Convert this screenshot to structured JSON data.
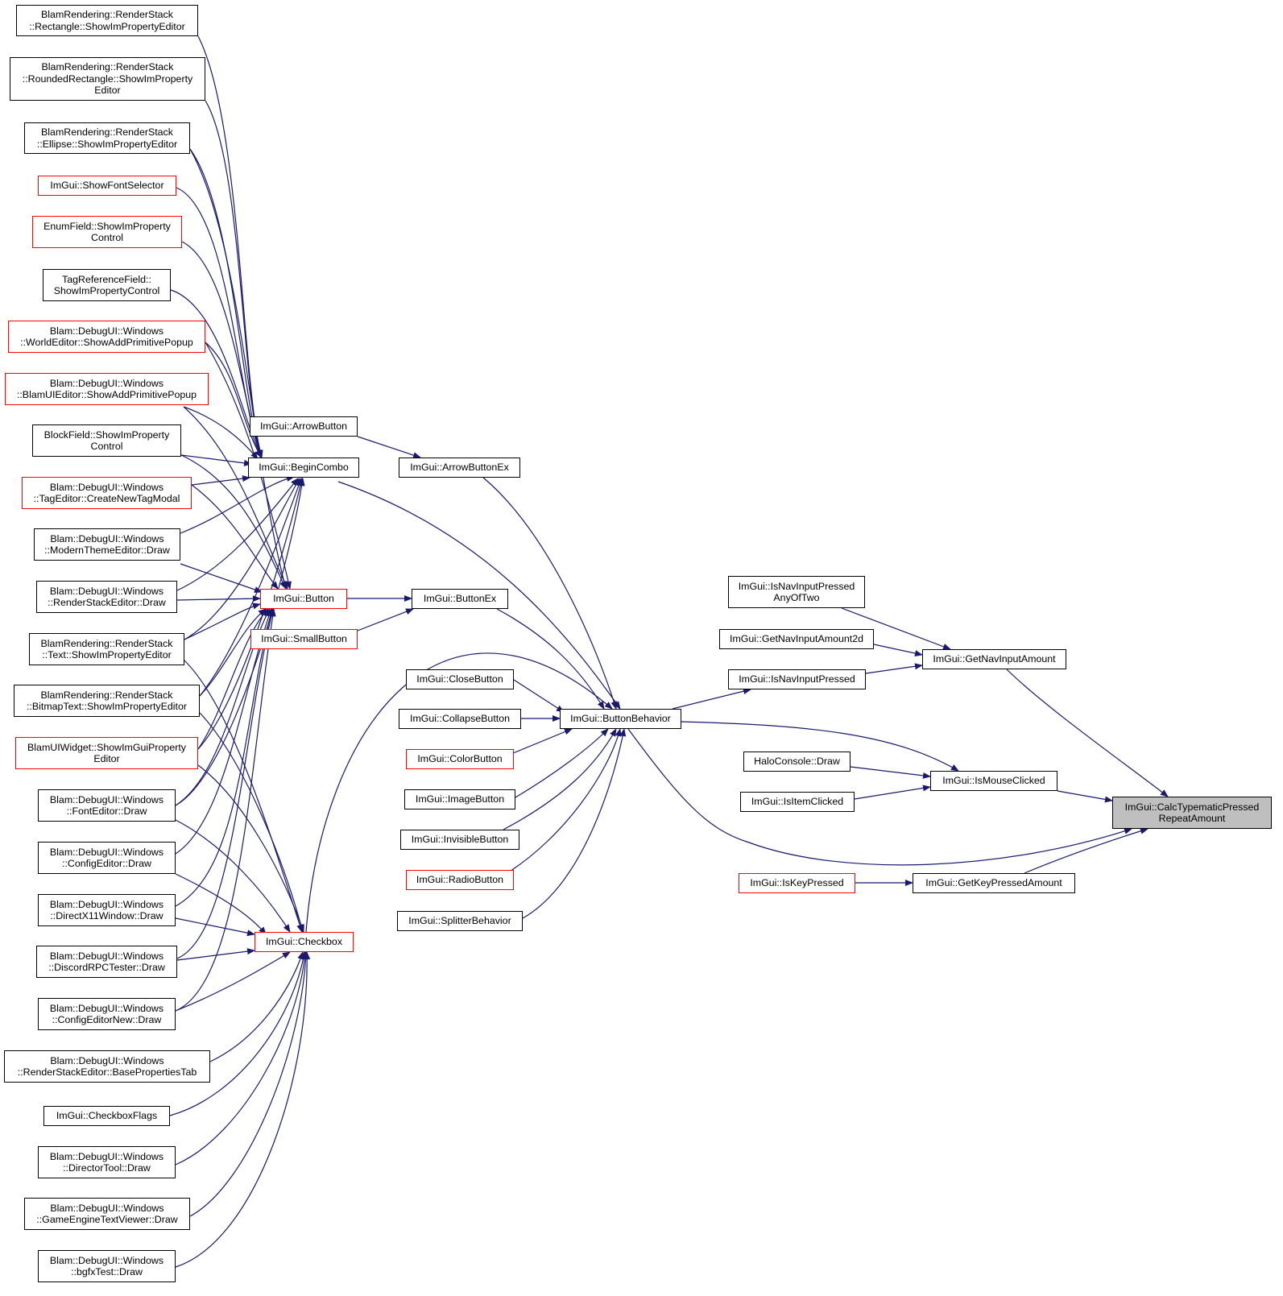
{
  "colors": {
    "edge": "#191970",
    "node_border": "#000000",
    "node_border_truncated": "#ff0000",
    "focus_fill": "#bfbfbf"
  },
  "nodes": {
    "rect": "BlamRendering::RenderStack\n::Rectangle::ShowImPropertyEditor",
    "rrect": "BlamRendering::RenderStack\n::RoundedRectangle::ShowImProperty\nEditor",
    "ellipse": "BlamRendering::RenderStack\n::Ellipse::ShowImPropertyEditor",
    "fontsel": "ImGui::ShowFontSelector",
    "enumf": "EnumField::ShowImProperty\nControl",
    "tagref": "TagReferenceField::\nShowImPropertyControl",
    "worldadd": "Blam::DebugUI::Windows\n::WorldEditor::ShowAddPrimitivePopup",
    "blamuiadd": "Blam::DebugUI::Windows\n::BlamUIEditor::ShowAddPrimitivePopup",
    "blockf": "BlockField::ShowImProperty\nControl",
    "tagmodal": "Blam::DebugUI::Windows\n::TagEditor::CreateNewTagModal",
    "modtheme": "Blam::DebugUI::Windows\n::ModernThemeEditor::Draw",
    "rsed": "Blam::DebugUI::Windows\n::RenderStackEditor::Draw",
    "text": "BlamRendering::RenderStack\n::Text::ShowImPropertyEditor",
    "bitmap": "BlamRendering::RenderStack\n::BitmapText::ShowImPropertyEditor",
    "uiwidget": "BlamUIWidget::ShowImGuiProperty\nEditor",
    "fonted": "Blam::DebugUI::Windows\n::FontEditor::Draw",
    "cfged": "Blam::DebugUI::Windows\n::ConfigEditor::Draw",
    "dx11": "Blam::DebugUI::Windows\n::DirectX11Window::Draw",
    "discord": "Blam::DebugUI::Windows\n::DiscordRPCTester::Draw",
    "cfgnew": "Blam::DebugUI::Windows\n::ConfigEditorNew::Draw",
    "baseprop": "Blam::DebugUI::Windows\n::RenderStackEditor::BasePropertiesTab",
    "cbflags": "ImGui::CheckboxFlags",
    "director": "Blam::DebugUI::Windows\n::DirectorTool::Draw",
    "gametext": "Blam::DebugUI::Windows\n::GameEngineTextViewer::Draw",
    "bgfx": "Blam::DebugUI::Windows\n::bgfxTest::Draw",
    "arrowbtn": "ImGui::ArrowButton",
    "begincombo": "ImGui::BeginCombo",
    "button": "ImGui::Button",
    "smallbtn": "ImGui::SmallButton",
    "checkbox": "ImGui::Checkbox",
    "arrowex": "ImGui::ArrowButtonEx",
    "buttonex": "ImGui::ButtonEx",
    "closebtn": "ImGui::CloseButton",
    "collapse": "ImGui::CollapseButton",
    "colorbtn": "ImGui::ColorButton",
    "imagebtn": "ImGui::ImageButton",
    "invisible": "ImGui::InvisibleButton",
    "radio": "ImGui::RadioButton",
    "splitter": "ImGui::SplitterBehavior",
    "behavior": "ImGui::ButtonBehavior",
    "navany": "ImGui::IsNavInputPressed\nAnyOfTwo",
    "nav2d": "ImGui::GetNavInputAmount2d",
    "navpressed": "ImGui::IsNavInputPressed",
    "halo": "HaloConsole::Draw",
    "itemclicked": "ImGui::IsItemClicked",
    "keypressed": "ImGui::IsKeyPressed",
    "navamount": "ImGui::GetNavInputAmount",
    "mouseclicked": "ImGui::IsMouseClicked",
    "keyamount": "ImGui::GetKeyPressedAmount",
    "calc": "ImGui::CalcTypematicPressed\nRepeatAmount"
  }
}
